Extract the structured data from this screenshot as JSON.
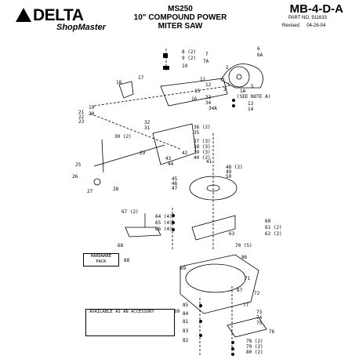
{
  "header": {
    "brand": "DELTA",
    "sub_brand": "ShopMaster",
    "model": "MS250",
    "title_line1": "10\" COMPOUND POWER",
    "title_line2": "MITER SAW",
    "doc_number": "MB-4-D-A",
    "part_no_label": "PART NO. 911633",
    "revised_label": "Revised:",
    "revised_date": "04-26-04"
  },
  "notes": {
    "hardware_line1": "HARDWARE",
    "hardware_line2": "PACK",
    "accessory": "AVAILABLE AS AN ACCESSORY",
    "see_note": "(SEE NOTE A)"
  },
  "callouts": [
    {
      "id": "c1",
      "text": "1"
    },
    {
      "id": "c1a",
      "text": "1A"
    },
    {
      "id": "c2",
      "text": "2"
    },
    {
      "id": "c3",
      "text": "3"
    },
    {
      "id": "c5",
      "text": "5"
    },
    {
      "id": "c6",
      "text": "6"
    },
    {
      "id": "c6a",
      "text": "6A"
    },
    {
      "id": "c7",
      "text": "7"
    },
    {
      "id": "c7a",
      "text": "7A"
    },
    {
      "id": "c8",
      "text": "8 (2)"
    },
    {
      "id": "c9",
      "text": "9 (2)"
    },
    {
      "id": "c10",
      "text": "10"
    },
    {
      "id": "c11",
      "text": "11"
    },
    {
      "id": "c12",
      "text": "12"
    },
    {
      "id": "c13",
      "text": "13"
    },
    {
      "id": "c14",
      "text": "14"
    },
    {
      "id": "c15",
      "text": "15"
    },
    {
      "id": "c16",
      "text": "16"
    },
    {
      "id": "c17",
      "text": "17"
    },
    {
      "id": "c18",
      "text": "18"
    },
    {
      "id": "c19",
      "text": "19"
    },
    {
      "id": "c20",
      "text": "20"
    },
    {
      "id": "c21",
      "text": "21"
    },
    {
      "id": "c22",
      "text": "22"
    },
    {
      "id": "c23",
      "text": "23"
    },
    {
      "id": "c25",
      "text": "25"
    },
    {
      "id": "c26",
      "text": "26"
    },
    {
      "id": "c27",
      "text": "27"
    },
    {
      "id": "c28",
      "text": "28"
    },
    {
      "id": "c29",
      "text": "29"
    },
    {
      "id": "c30",
      "text": "30 (2)"
    },
    {
      "id": "c31",
      "text": "31"
    },
    {
      "id": "c32",
      "text": "32"
    },
    {
      "id": "c33",
      "text": "33"
    },
    {
      "id": "c34",
      "text": "34"
    },
    {
      "id": "c34a",
      "text": "34A"
    },
    {
      "id": "c35",
      "text": "35"
    },
    {
      "id": "c36",
      "text": "36 (2)"
    },
    {
      "id": "c37",
      "text": "37 (3)"
    },
    {
      "id": "c38",
      "text": "38 (3)"
    },
    {
      "id": "c39",
      "text": "39 (3)"
    },
    {
      "id": "c40",
      "text": "40 (2)"
    },
    {
      "id": "c41",
      "text": "41"
    },
    {
      "id": "c42",
      "text": "42"
    },
    {
      "id": "c43",
      "text": "43"
    },
    {
      "id": "c44",
      "text": "44"
    },
    {
      "id": "c45",
      "text": "45"
    },
    {
      "id": "c46",
      "text": "46"
    },
    {
      "id": "c47",
      "text": "47"
    },
    {
      "id": "c48",
      "text": "48 (2)"
    },
    {
      "id": "c49",
      "text": "49"
    },
    {
      "id": "c50",
      "text": "50"
    },
    {
      "id": "c60",
      "text": "60"
    },
    {
      "id": "c61",
      "text": "61 (2)"
    },
    {
      "id": "c62",
      "text": "62 (2)"
    },
    {
      "id": "c63",
      "text": "63"
    },
    {
      "id": "c64",
      "text": "64 (4)"
    },
    {
      "id": "c65",
      "text": "65 (4)"
    },
    {
      "id": "c66",
      "text": "66 (4)"
    },
    {
      "id": "c67",
      "text": "67 (2)"
    },
    {
      "id": "c68",
      "text": "68"
    },
    {
      "id": "c69",
      "text": "69"
    },
    {
      "id": "c70",
      "text": "70 (5)"
    },
    {
      "id": "c71",
      "text": "71"
    },
    {
      "id": "c72",
      "text": "72"
    },
    {
      "id": "c73",
      "text": "73"
    },
    {
      "id": "c74",
      "text": "74"
    },
    {
      "id": "c75",
      "text": "75"
    },
    {
      "id": "c76",
      "text": "76"
    },
    {
      "id": "c77",
      "text": "77"
    },
    {
      "id": "c78",
      "text": "78 (2)"
    },
    {
      "id": "c79",
      "text": "79 (2)"
    },
    {
      "id": "c80",
      "text": "80 (2)"
    },
    {
      "id": "c81",
      "text": "81"
    },
    {
      "id": "c82",
      "text": "82"
    },
    {
      "id": "c83",
      "text": "83"
    },
    {
      "id": "c84",
      "text": "84"
    },
    {
      "id": "c85",
      "text": "85"
    },
    {
      "id": "c86",
      "text": "86"
    },
    {
      "id": "c87",
      "text": "87"
    },
    {
      "id": "c88",
      "text": "88"
    },
    {
      "id": "c89",
      "text": "89"
    }
  ]
}
